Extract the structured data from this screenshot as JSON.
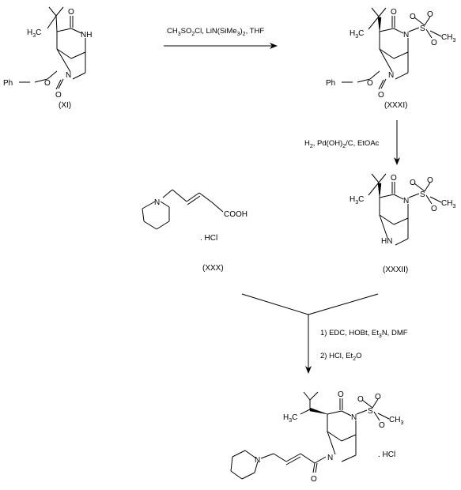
{
  "compounds": {
    "xi": {
      "label": "(XI)"
    },
    "xxxi": {
      "label": "(XXXI)"
    },
    "xxx": {
      "label": "(XXX)"
    },
    "xxxii": {
      "label": "(XXXII)"
    },
    "product": {
      "label": ""
    }
  },
  "atoms": {
    "o": "O",
    "n": "N",
    "nh": "NH",
    "hn": "HN",
    "h3c": "H",
    "c3": "C",
    "three": "3",
    "ch3": "CH",
    "s": "S",
    "ph": "Ph",
    "cooh": "COOH",
    "hcl": ". HCl"
  },
  "reactions": {
    "step1": {
      "p1": "CH",
      "p1s": "3",
      "p2": "SO",
      "p2s": "2",
      "p3": "Cl, LiN(SiMe",
      "p3s": "3",
      "p4": ")",
      "p4s": "2",
      "p5": ", THF"
    },
    "step2": {
      "p1": "H",
      "p1s": "2",
      "p2": ", Pd(OH)",
      "p2s": "2",
      "p3": "/C, EtOAc"
    },
    "step3": {
      "line1": "1) EDC, HOBt, Et",
      "line1s": "3",
      "line1b": "N, DMF",
      "line2": "2) HCl, Et",
      "line2s": "2",
      "line2b": "O"
    }
  },
  "colors": {
    "ink": "#000000",
    "background": "#ffffff"
  }
}
